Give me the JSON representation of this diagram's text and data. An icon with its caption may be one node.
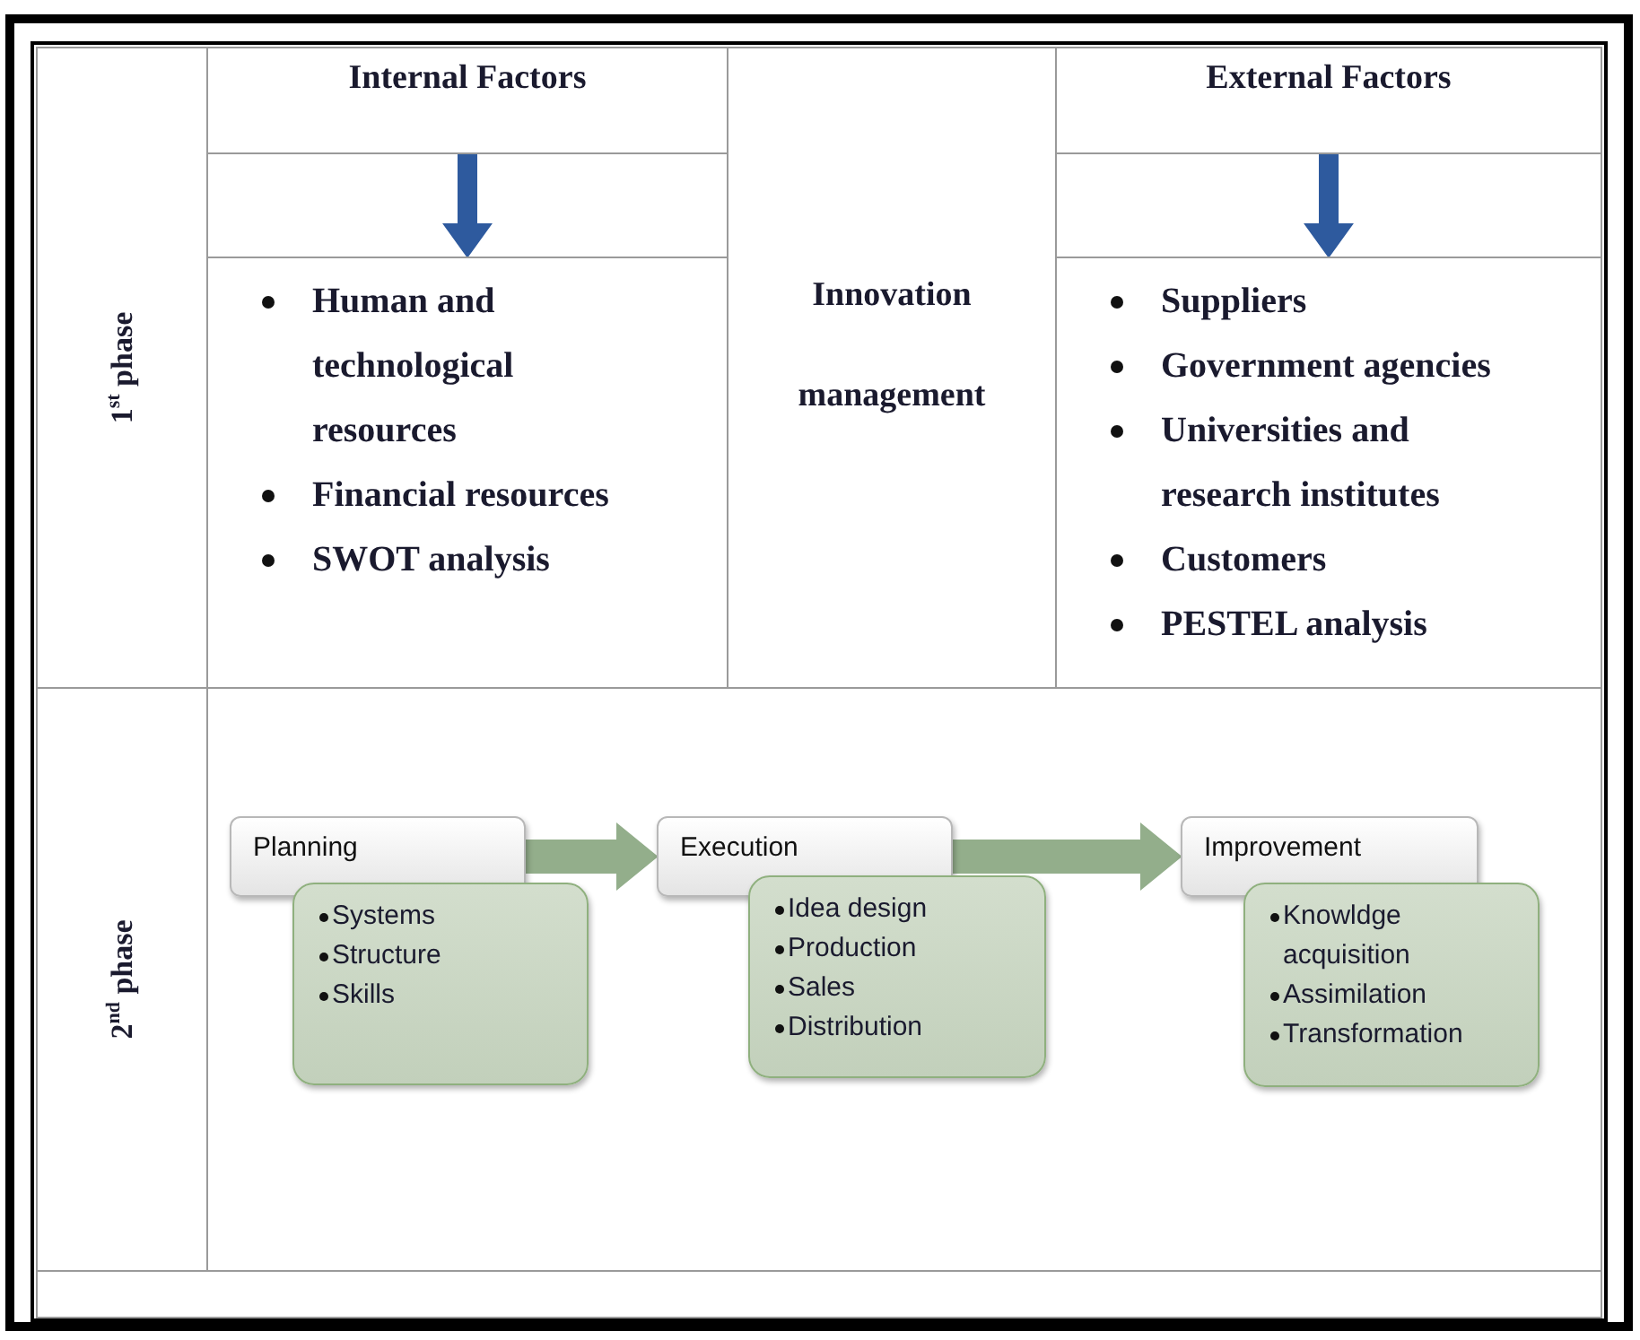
{
  "diagram": {
    "nodes": [
      {
        "text": [
          "Internal Factors"
        ]
      },
      {
        "text": [
          "Human and technological resources",
          "Financial resources",
          "SWOT analysis"
        ]
      },
      {
        "text": [
          "Innovation management"
        ]
      },
      {
        "text": [
          "External Factors"
        ]
      },
      {
        "text": [
          "Suppliers",
          "Government agencies",
          "Universities and research institutes",
          "Customers",
          "PESTEL analysis"
        ]
      },
      {
        "text": [
          "Planning"
        ]
      },
      {
        "text": [
          "Systems",
          "Structure",
          "Skills"
        ]
      },
      {
        "text": [
          "Execution"
        ]
      },
      {
        "text": [
          "Idea design",
          "Production",
          "Sales",
          "Distribution"
        ]
      },
      {
        "text": [
          "Improvement"
        ]
      },
      {
        "text": [
          "Knowldge acquisition",
          "Assimilation",
          "Transformation"
        ]
      }
    ],
    "edges": [
      {
        "from": 0,
        "to": 1,
        "arrow": "to",
        "style": "thick",
        "color": "#2e5a9e"
      },
      {
        "from": 3,
        "to": 4,
        "arrow": "to",
        "style": "thick",
        "color": "#2e5a9e"
      },
      {
        "from": 5,
        "to": 7,
        "arrow": "to",
        "style": "thick",
        "color": "#93ae8b"
      },
      {
        "from": 7,
        "to": 9,
        "arrow": "to",
        "style": "thick",
        "color": "#93ae8b"
      }
    ],
    "labels": [
      "1$^{st}$ phase",
      "2$^{nd}$ phase"
    ]
  }
}
